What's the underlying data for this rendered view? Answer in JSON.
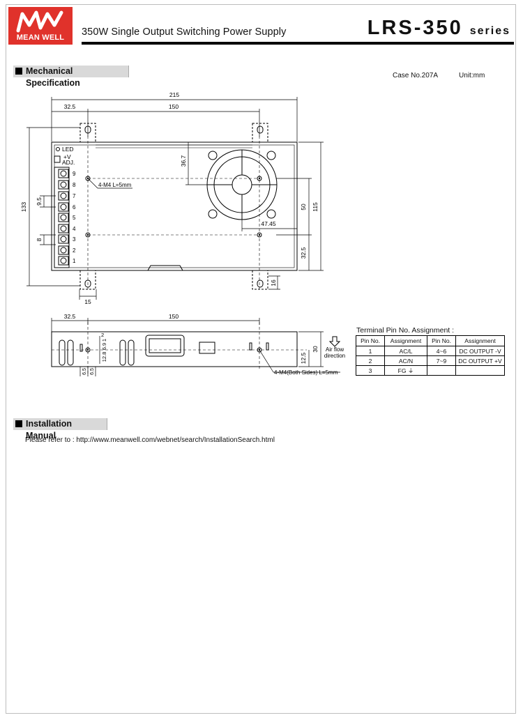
{
  "header": {
    "logo_text": "MEAN WELL",
    "subtitle": "350W Single Output Switching Power Supply",
    "model": "LRS-350",
    "model_suffix": "series"
  },
  "mechanical": {
    "title": "Mechanical Specification",
    "case_no": "Case No.207A",
    "unit": "Unit:mm",
    "top_view": {
      "dims": {
        "overall_width": "215",
        "left_offset": "32.5",
        "hole_spacing": "150",
        "height": "133",
        "body_height": "115",
        "fan_offset": "36.7",
        "fan_to_edge": "47.45",
        "inner_height": "50",
        "bottom_offset": "32.5",
        "tab_width": "15",
        "tab_height": "16",
        "terminal_pitch": "9.5",
        "terminal_gap": "8"
      },
      "labels": {
        "led": "LED",
        "adj_plus": "+V",
        "adj": "ADJ.",
        "screw_note": "4-M4 L=5mm"
      },
      "terminals": [
        "9",
        "8",
        "7",
        "6",
        "5",
        "4",
        "3",
        "2",
        "1"
      ]
    },
    "side_view": {
      "dims": {
        "left_offset": "32.5",
        "hole_spacing": "150",
        "height": "30",
        "hole_height": "12.5",
        "vent_a": "2",
        "vent_b": "1",
        "vent_c": "6.9",
        "vent_d": "12.8",
        "vent_e": "6.5",
        "vent_f": "6.5"
      },
      "airflow_line1": "Air flow",
      "airflow_line2": "direction",
      "screw_note": "4-M4(Both Sides) L=5mm"
    },
    "pin_table": {
      "title": "Terminal Pin No. Assignment :",
      "headers": [
        "Pin No.",
        "Assignment",
        "Pin No.",
        "Assignment"
      ],
      "rows": [
        [
          "1",
          "AC/L",
          "4~6",
          "DC OUTPUT -V"
        ],
        [
          "2",
          "AC/N",
          "7~9",
          "DC OUTPUT +V"
        ],
        [
          "3",
          "FG ⏚",
          "",
          ""
        ]
      ]
    }
  },
  "installation": {
    "title": "Installation Manual",
    "refer_text": "Please refer to : http://www.meanwell.com/webnet/search/InstallationSearch.html"
  }
}
